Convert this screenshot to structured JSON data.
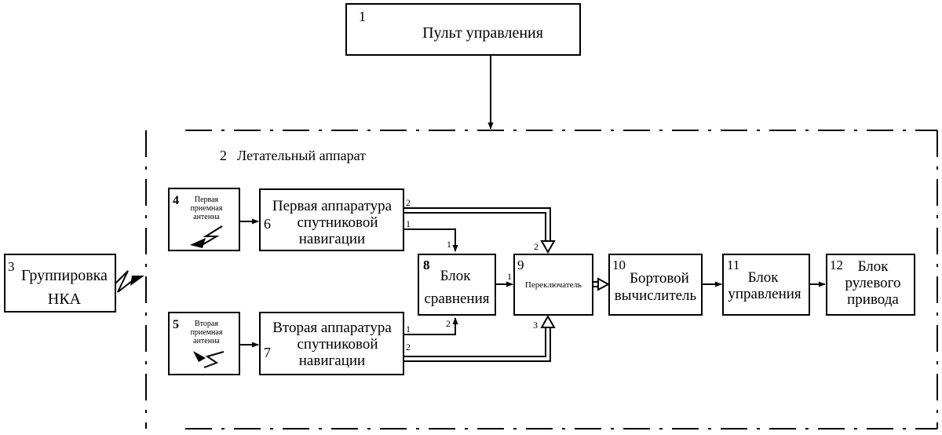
{
  "blocks": {
    "b1": {
      "num": "1",
      "label": "Пульт управления"
    },
    "b2": {
      "num": "2",
      "label": "Летательный аппарат"
    },
    "b3": {
      "num": "3",
      "lines": [
        "Группировка",
        "НКА"
      ]
    },
    "b4": {
      "num": "4",
      "lines": [
        "Первая",
        "приемная",
        "антенна"
      ]
    },
    "b5": {
      "num": "5",
      "lines": [
        "Вторая",
        "приемная",
        "антенна"
      ]
    },
    "b6": {
      "num": "6",
      "lines": [
        "Первая аппаратура",
        "спутниковой",
        "навигации"
      ]
    },
    "b7": {
      "num": "7",
      "lines": [
        "Вторая аппаратура",
        "спутниковой",
        "навигации"
      ]
    },
    "b8": {
      "num": "8",
      "lines": [
        "Блок",
        "сравнения"
      ]
    },
    "b9": {
      "num": "9",
      "label": "Переключатель"
    },
    "b10": {
      "num": "10",
      "lines": [
        "Бортовой",
        "вычислитель"
      ]
    },
    "b11": {
      "num": "11",
      "lines": [
        "Блок",
        "управления"
      ]
    },
    "b12": {
      "num": "12",
      "lines": [
        "Блок",
        "рулевого",
        "привода"
      ]
    }
  },
  "ports": {
    "b6_out2": "2",
    "b6_out1": "1",
    "b7_out1": "1",
    "b7_out2": "2",
    "b8_in1": "1",
    "b8_in2": "2",
    "b9_in1": "1",
    "b9_in2": "2",
    "b9_in3": "3"
  }
}
